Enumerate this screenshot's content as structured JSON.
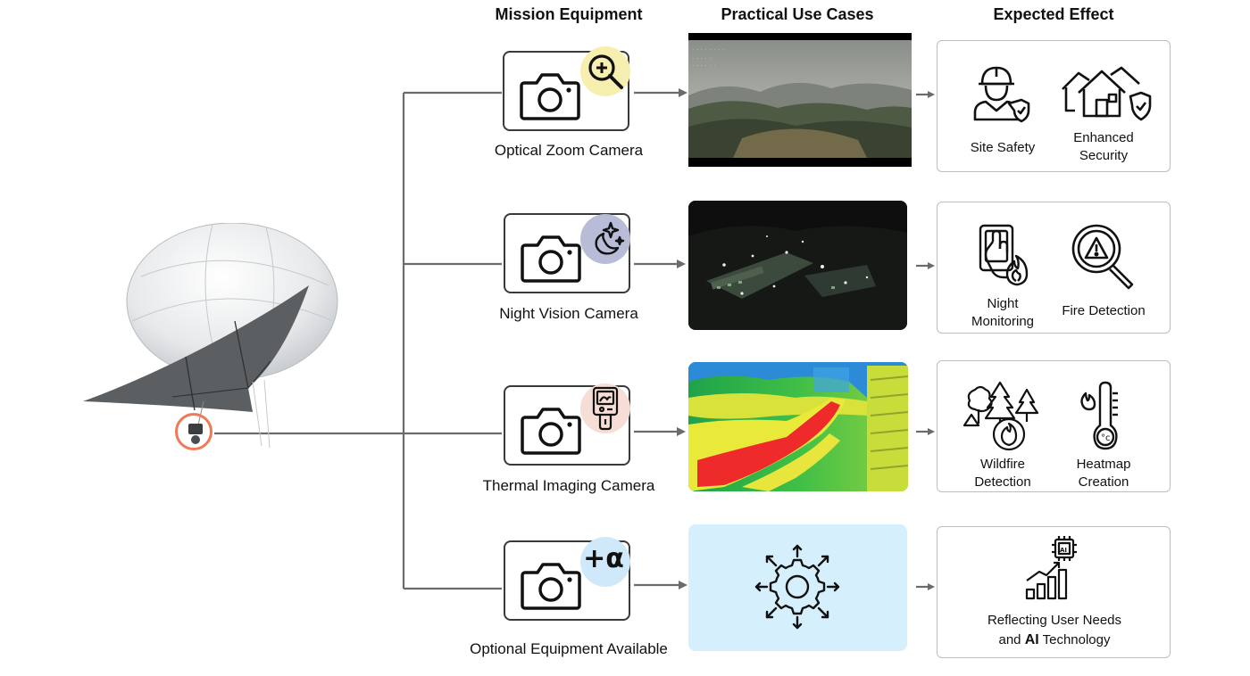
{
  "headers": {
    "mission_equipment": "Mission Equipment",
    "practical_use_cases": "Practical Use Cases",
    "expected_effect": "Expected Effect"
  },
  "rows": [
    {
      "equipment": "Optical Zoom Camera",
      "badge_icon": "zoom-in-icon",
      "badge_color": "#f7efb0",
      "usecase_image": "mountain-landscape-daylight",
      "effects": [
        "Site Safety",
        "Enhanced\nSecurity"
      ],
      "effect_icons": [
        "worker-shield-icon",
        "houses-shield-icon"
      ]
    },
    {
      "equipment": "Night Vision Camera",
      "badge_icon": "moon-stars-icon",
      "badge_color": "#b9bcd6",
      "usecase_image": "facility-at-night",
      "effects": [
        "Night\nMonitoring",
        "Fire Detection"
      ],
      "effect_icons": [
        "touchscreen-fire-icon",
        "magnifier-warning-icon"
      ]
    },
    {
      "equipment": "Thermal Imaging Camera",
      "badge_icon": "thermal-camera-icon",
      "badge_color": "#f6ddd6",
      "usecase_image": "thermal-heatmap-view",
      "effects": [
        "Wildfire\nDetection",
        "Heatmap\nCreation"
      ],
      "effect_icons": [
        "forest-fire-icon",
        "thermometer-icon"
      ]
    },
    {
      "equipment": "Optional Equipment Available",
      "badge_text": "+α",
      "badge_color": "#cfe9fb",
      "usecase_icon": "gear-expand-icon",
      "usecase_bg": "#d6effc",
      "effect_line1": "Reflecting User Needs",
      "effect_line2_pre": "and ",
      "effect_line2_bold": "AI",
      "effect_line2_post": " Technology",
      "effect_icons": [
        "ai-growth-chart-icon"
      ]
    }
  ],
  "colors": {
    "connector": "#6b6b6b",
    "highlight_ring": "#ef7a57"
  }
}
